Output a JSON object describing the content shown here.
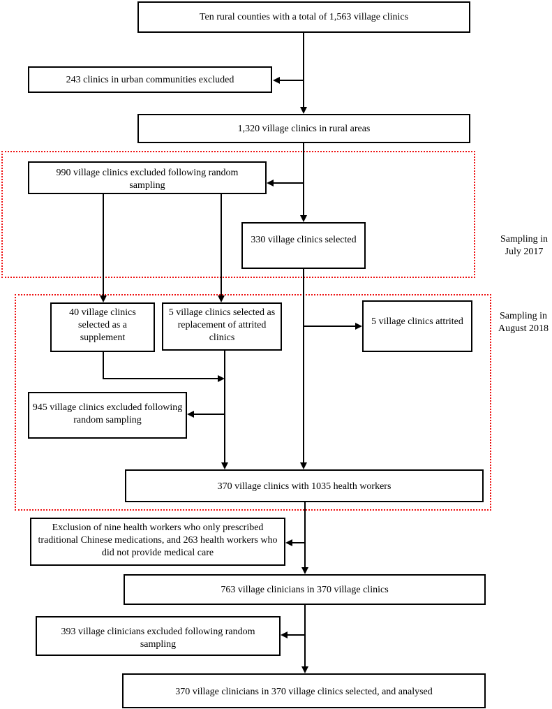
{
  "boxes": {
    "b1": "Ten rural counties with a total of 1,563 village clinics",
    "b2": "243 clinics in urban communities excluded",
    "b3": "1,320 village clinics in rural areas",
    "b4": "990 village clinics excluded following random sampling",
    "b5": "330 village clinics selected",
    "b6": "40 village clinics selected as a supplement",
    "b7": "5 village clinics selected as replacement of attrited clinics",
    "b8": "5 village clinics attrited",
    "b9": "945 village clinics excluded following random sampling",
    "b10": "370 village clinics with 1035 health workers",
    "b11": "Exclusion of nine health workers who only prescribed traditional Chinese medications, and 263 health workers who did not provide medical care",
    "b12": "763 village clinicians in 370 village clinics",
    "b13": "393 village clinicians excluded following random sampling",
    "b14": "370 village clinicians in 370 village clinics selected, and analysed"
  },
  "regions": {
    "region1_label": "Sampling in July 2017",
    "region2_label": "Sampling in August 2018"
  },
  "colors": {
    "box_border": "#000000",
    "region_border": "#e11111"
  }
}
